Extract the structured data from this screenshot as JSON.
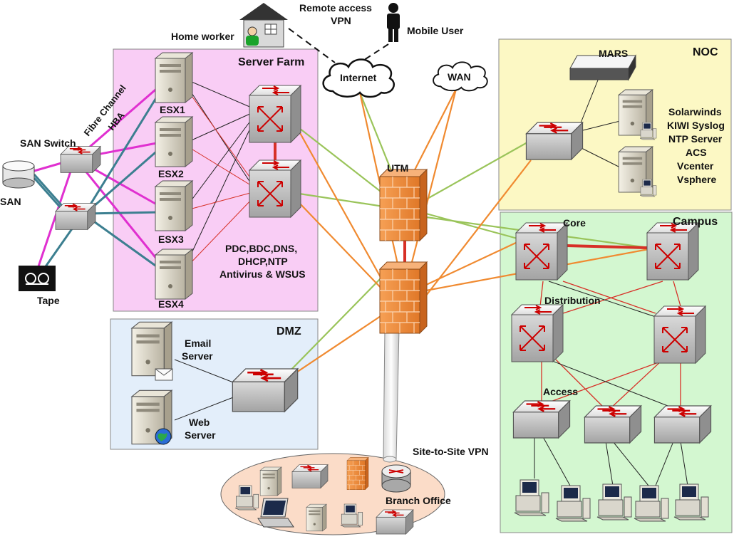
{
  "zones": {
    "server_farm": "Server Farm",
    "noc": "NOC",
    "campus": "Campus",
    "dmz": "DMZ",
    "branch": "Branch Office"
  },
  "labels": {
    "remote_access_line1": "Remote access",
    "remote_access_line2": "VPN",
    "mobile_user": "Mobile User",
    "home_worker": "Home worker",
    "internet": "Internet",
    "wan": "WAN",
    "utm": "UTM",
    "san_switch": "SAN Switch",
    "fibre_channel": "Fibre Channel",
    "hba": "HBA",
    "san": "SAN",
    "tape": "Tape",
    "esx1": "ESX1",
    "esx2": "ESX2",
    "esx3": "ESX3",
    "esx4": "ESX4",
    "services_line1": "PDC,BDC,DNS,",
    "services_line2": "DHCP,NTP",
    "services_line3": "Antivirus & WSUS",
    "mars": "MARS",
    "noc_services": [
      "Solarwinds",
      "KIWI Syslog",
      "NTP Server",
      "ACS",
      "Vcenter",
      "Vsphere"
    ],
    "core": "Core",
    "distribution": "Distribution",
    "access": "Access",
    "email_line1": "Email",
    "email_line2": "Server",
    "web_line1": "Web",
    "web_line2": "Server",
    "site_to_site": "Site-to-Site VPN"
  },
  "colors": {
    "server_farm_bg": "#f9cdf5",
    "noc_bg": "#fcf8c4",
    "campus_bg": "#d3f7d0",
    "dmz_bg": "#e3eefa",
    "branch_bg": "#fbdcc8",
    "firewall": "#f08c3a",
    "link_orange": "#f08a30",
    "link_green": "#9ac45a",
    "link_red": "#d73027",
    "link_magenta": "#e030d0",
    "link_teal": "#3c7f90"
  }
}
